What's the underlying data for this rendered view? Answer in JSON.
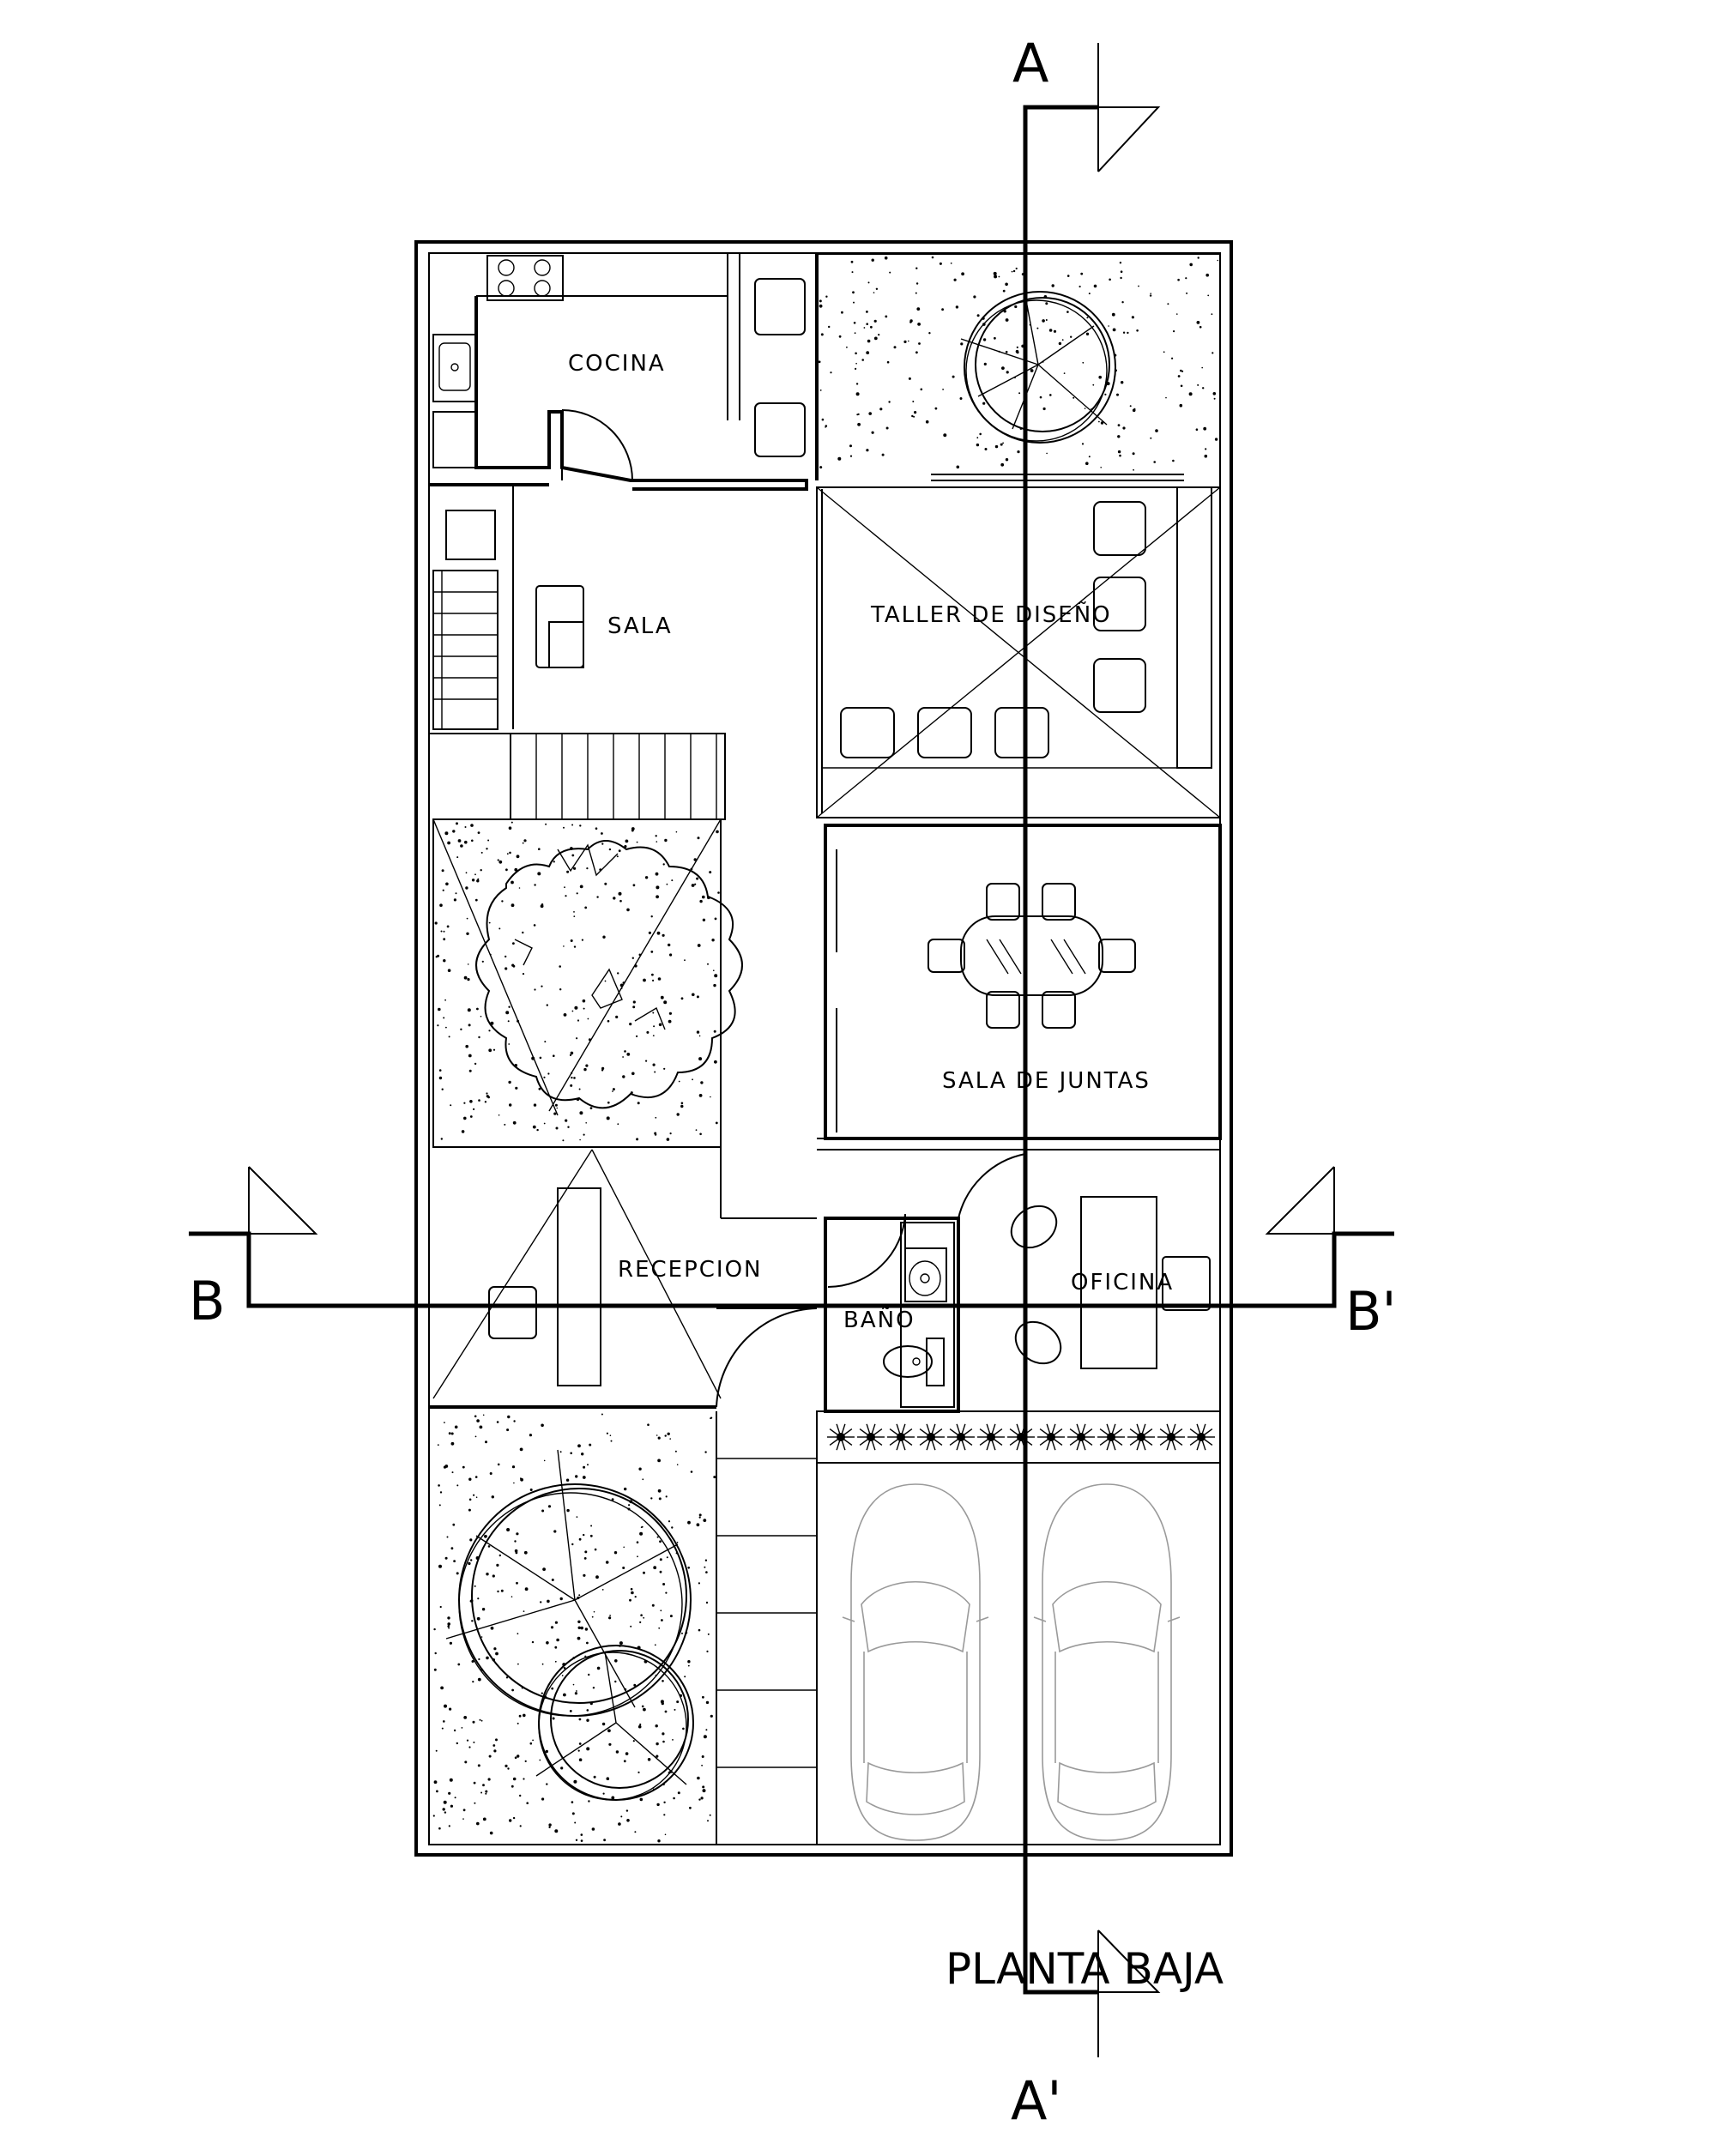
{
  "drawing": {
    "title": "PLANTA BAJA",
    "rooms": {
      "cocina": "COCINA",
      "sala": "SALA",
      "taller": "TALLER DE DISEÑO",
      "juntas": "SALA DE JUNTAS",
      "recepcion": "RECEPCION",
      "bano": "BAÑO",
      "oficina": "OFICINA"
    },
    "sections": {
      "a_top": "A",
      "a_bottom": "A'",
      "b_left": "B",
      "b_right": "B'"
    }
  },
  "colors": {
    "line": "#000000",
    "car_outline": "#9a9a9a",
    "background": "#ffffff"
  }
}
